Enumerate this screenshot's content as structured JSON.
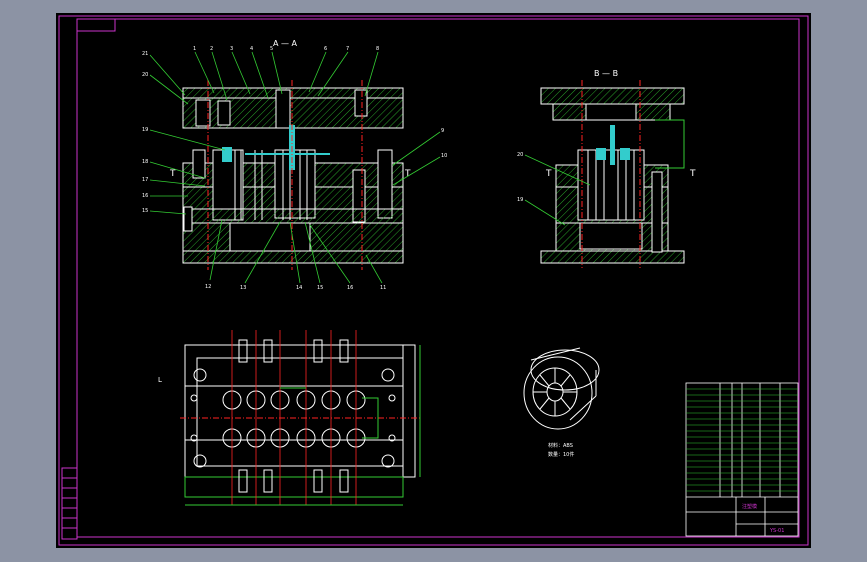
{
  "views": {
    "section_a_label": "A — A",
    "section_b_label": "B — B",
    "t_mark": "T",
    "l_mark": "L"
  },
  "callouts_left": [
    "21",
    "20",
    "19",
    "18",
    "17",
    "16",
    "15"
  ],
  "callouts_top": [
    "1",
    "2",
    "3",
    "4",
    "5",
    "6",
    "7",
    "8"
  ],
  "callouts_bottom": [
    "12",
    "13",
    "14",
    "15",
    "16",
    "11"
  ],
  "callouts_right": [
    "9",
    "10"
  ],
  "callouts_b": [
    "20",
    "19"
  ],
  "part_note": {
    "line1": "材料：ABS",
    "line2": "数量：10件"
  },
  "title_block": {
    "company": "注塑模",
    "drawing_no": "YS-01"
  },
  "colors": {
    "background": "#8c93a4",
    "sheet": "#000000",
    "border": "#cc33cc",
    "line": "#ffffff",
    "hatch": "#33cc33",
    "center": "#ff2222",
    "cyan": "#33cccc"
  }
}
